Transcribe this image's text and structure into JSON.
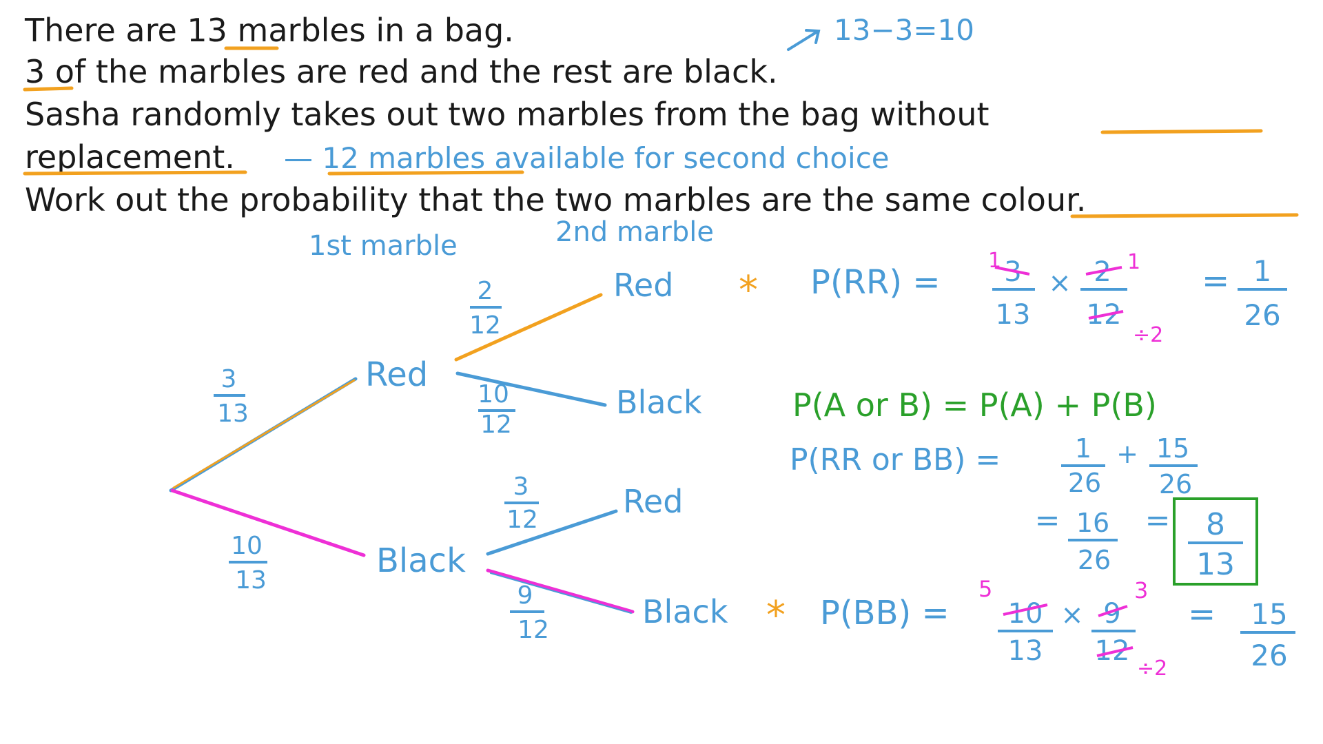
{
  "question": {
    "line1": "There are 13 marbles in a bag.",
    "line2": "3 of the marbles are red and the rest are black.",
    "line3": "Sasha randomly takes out two marbles from the bag without",
    "line4": "replacement.",
    "line5": "Work out the probability that the two marbles are the same colour."
  },
  "annotations": {
    "subtraction": "13−3=10",
    "second_choice": "— 12 marbles available for second choice"
  },
  "tree": {
    "header_first": "1st marble",
    "header_second": "2nd marble",
    "first_red": {
      "label": "Red",
      "prob_num": "3",
      "prob_den": "13"
    },
    "first_black": {
      "label": "Black",
      "prob_num": "10",
      "prob_den": "13"
    },
    "red_red": {
      "label": "Red",
      "prob_num": "2",
      "prob_den": "12"
    },
    "red_black": {
      "label": "Black",
      "prob_num": "10",
      "prob_den": "12"
    },
    "black_red": {
      "label": "Red",
      "prob_num": "3",
      "prob_den": "12"
    },
    "black_black": {
      "label": "Black",
      "prob_num": "9",
      "prob_den": "12"
    }
  },
  "workings": {
    "star": "*",
    "prr": {
      "lhs": "P(RR) =",
      "f1_num": "3",
      "f1_num_new": "1",
      "f1_den": "13",
      "times": "×",
      "f2_num": "2",
      "f2_num_new": "1",
      "f2_den": "12",
      "den_div": "÷2",
      "result_num": "1",
      "result_den": "26"
    },
    "rule": "P(A or B) = P(A) + P(B)",
    "sum": {
      "lhs": "P(RR or BB) =",
      "a_num": "1",
      "a_den": "26",
      "plus": "+",
      "b_num": "15",
      "b_den": "26",
      "total_num": "16",
      "total_den": "26",
      "final_num": "8",
      "final_den": "13"
    },
    "pbb": {
      "lhs": "P(BB) =",
      "f1_num": "10",
      "f1_num_new": "5",
      "f1_den": "13",
      "times": "×",
      "f2_num": "9",
      "f2_num_new": "3",
      "f2_den": "12",
      "den_div": "÷2",
      "result_num": "15",
      "result_den": "26"
    },
    "equals": "="
  },
  "colors": {
    "text": "#1a1a1a",
    "blue": "#4a9bd6",
    "orange": "#f2a11f",
    "pink": "#ee2fd6",
    "green": "#2aa02a"
  }
}
